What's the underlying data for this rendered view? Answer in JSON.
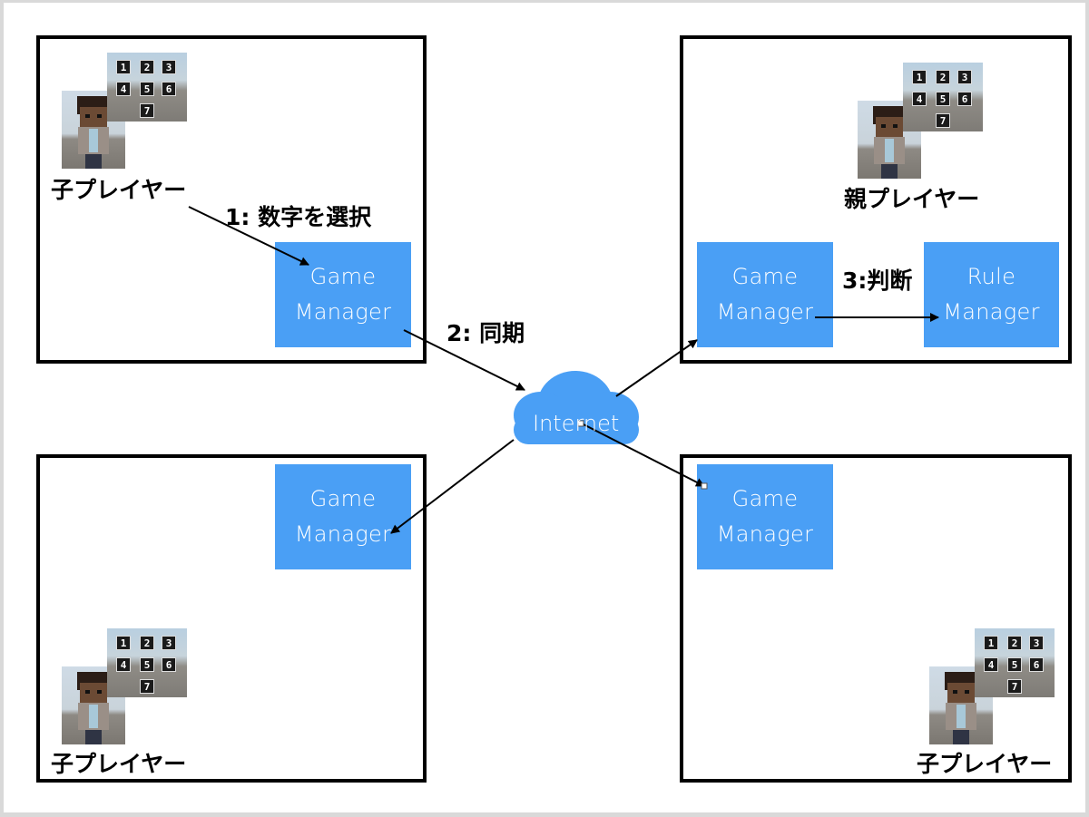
{
  "players": {
    "top_left": "子プレイヤー",
    "top_right": "親プレイヤー",
    "bottom_left": "子プレイヤー",
    "bottom_right": "子プレイヤー"
  },
  "managers": {
    "game_line1": "Game",
    "game_line2": "Manager",
    "rule_line1": "Rule",
    "rule_line2": "Manager"
  },
  "steps": {
    "step1": "1: 数字を選択",
    "step2": "2: 同期",
    "step3": "3:判断"
  },
  "cloud": {
    "label": "Internet"
  },
  "keypad": {
    "keys": [
      "1",
      "2",
      "3",
      "4",
      "5",
      "6",
      "7"
    ]
  },
  "colors": {
    "manager_blue": "#4a9ff5",
    "cloud_blue": "#4a9ff5"
  }
}
